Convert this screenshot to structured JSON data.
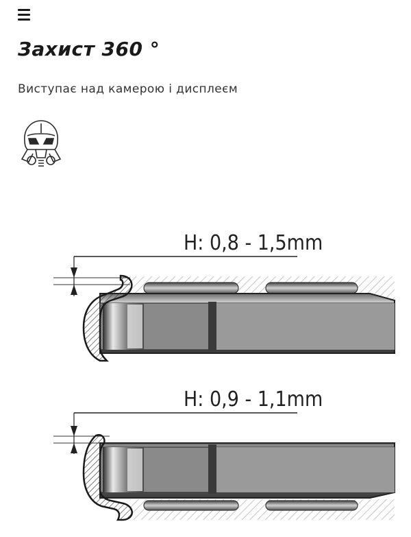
{
  "nav": {
    "menu_icon": "hamburger-menu-icon"
  },
  "hero": {
    "title": "Захист 360 °",
    "subtitle": "Виступає над камерою і дисплеєм",
    "badge_icon": "stormtrooper-helmet-icon"
  },
  "diagrams": {
    "top_label": "H: 0,8 - 1,5mm",
    "bottom_label": "H: 0,9 - 1,1mm"
  },
  "colors": {
    "text": "#222222",
    "hatch": "#b0b0b0",
    "phone_frame": "#555555"
  }
}
